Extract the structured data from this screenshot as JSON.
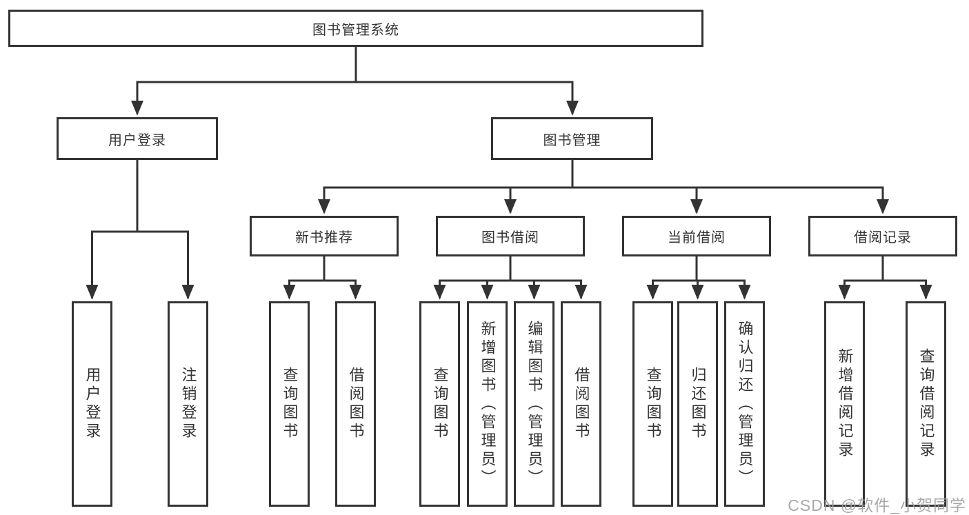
{
  "diagram": {
    "root": "图书管理系统",
    "level2": [
      "用户登录",
      "图书管理"
    ],
    "level3": [
      "新书推荐",
      "图书借阅",
      "当前借阅",
      "借阅记录"
    ],
    "leaves": [
      "用户登录",
      "注销登录",
      "查询图书",
      "借阅图书",
      "查询图书",
      "新增图书（管理员）",
      "编辑图书（管理员）",
      "借阅图书",
      "查询图书",
      "归还图书",
      "确认归还（管理员）",
      "新增借阅记录",
      "查询借阅记录"
    ]
  },
  "watermark": "CSDN @软件_小贺同学",
  "colors": {
    "line": "#333333",
    "box_background": "#ffffff",
    "text": "#333333",
    "watermark_text": "#9e9e9e"
  }
}
